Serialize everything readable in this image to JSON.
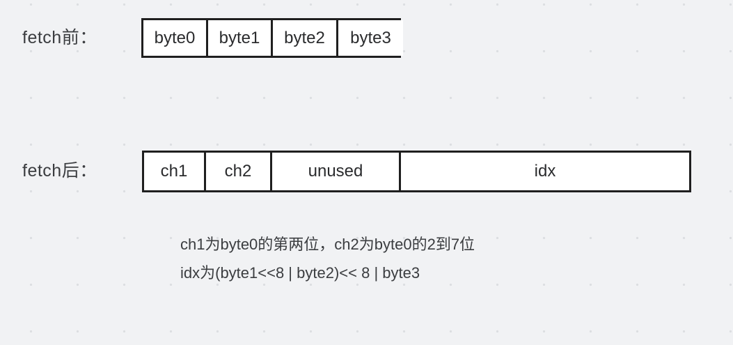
{
  "diagram": {
    "background_color": "#f1f2f4",
    "grid_dot_color": "#dcdee1",
    "border_color": "#1f1f1f",
    "cell_fill_color": "#ffffff",
    "text_color": "#3b3d40",
    "rows": [
      {
        "label": "fetch前：",
        "cells": [
          {
            "text": "byte0"
          },
          {
            "text": "byte1"
          },
          {
            "text": "byte2"
          },
          {
            "text": "byte3"
          }
        ]
      },
      {
        "label": "fetch后：",
        "cells": [
          {
            "text": "ch1"
          },
          {
            "text": "ch2"
          },
          {
            "text": "unused"
          },
          {
            "text": "idx"
          }
        ]
      }
    ],
    "notes": [
      "ch1为byte0的第两位，ch2为byte0的2到7位",
      "idx为(byte1<<8 | byte2)<< 8 | byte3"
    ]
  }
}
